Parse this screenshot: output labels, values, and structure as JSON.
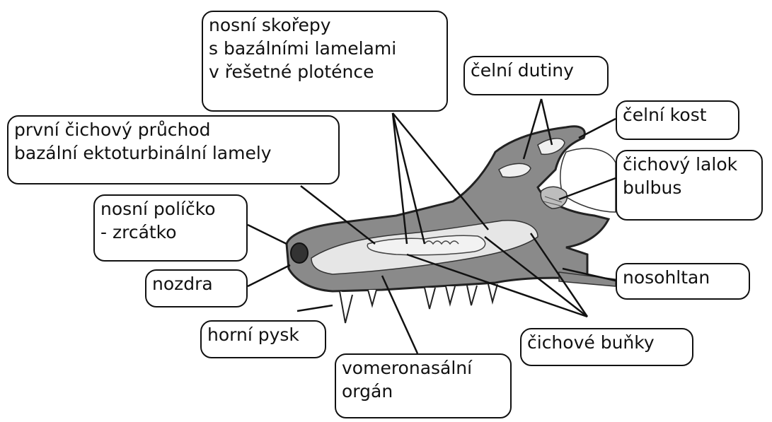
{
  "labels": {
    "skorepy": [
      "nosní skořepy",
      "s bazálními lamelami",
      "v řešetné ploténce"
    ],
    "celni_dutiny": "čelní dutiny",
    "celni_kost": "čelní kost",
    "pruchod": [
      "první čichový průchod",
      "bazální ektoturbinální lamely"
    ],
    "lalok": [
      "čichový lalok",
      "bulbus"
    ],
    "policko": [
      "nosní políčko",
      "- zrcátko"
    ],
    "nozdra": "nozdra",
    "nosohltan": "nosohltan",
    "pysk": "horní pysk",
    "bunky": "čichové buňky",
    "vomeronasalni": [
      "vomeronasální",
      "orgán"
    ]
  },
  "colors": {
    "outline": "#111111",
    "tissue": "#8a8a8a",
    "bone_light": "#e6e6e6",
    "background": "#ffffff"
  }
}
